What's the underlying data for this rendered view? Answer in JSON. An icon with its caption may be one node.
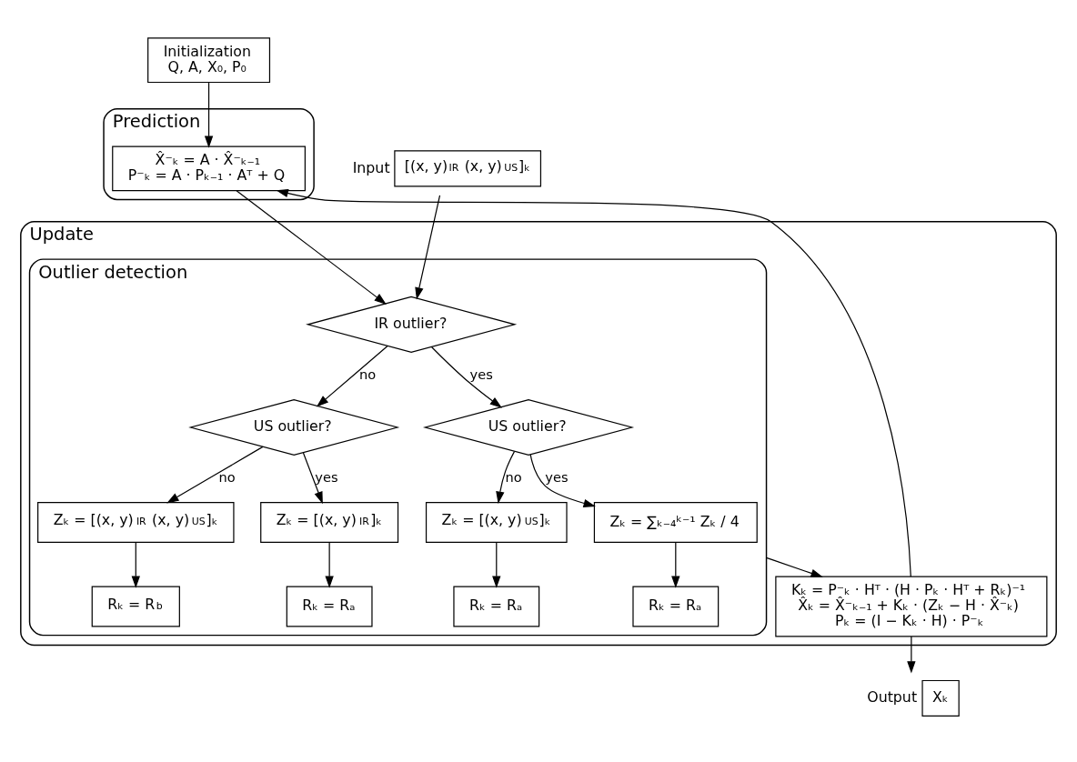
{
  "diagram": {
    "nodes": [
      {
        "text": [
          "Initialization",
          "Q, A, X₀, P₀"
        ]
      },
      {
        "text": [
          "Prediction"
        ]
      },
      {
        "text": [
          "X̂⁻ₖ = A · X̂⁻ₖ₋₁",
          "P⁻ₖ = A · Pₖ₋₁ · Aᵀ + Q"
        ],
        "in": 1
      },
      {
        "text": [
          "[(x, y)$_{IR}$ (x, y)$_{US}$]ₖ"
        ],
        "beside": [
          "Input"
        ]
      },
      {
        "text": [
          "Update"
        ]
      },
      {
        "text": [
          "Outlier detection"
        ],
        "in": 4
      },
      {
        "text": [
          "IR outlier?"
        ],
        "in": 5
      },
      {
        "text": [
          "US outlier?"
        ],
        "in": 5
      },
      {
        "text": [
          "US outlier?"
        ],
        "in": 5
      },
      {
        "text": [
          "Zₖ = [(x, y)$_{IR}$ (x, y)$_{US}$]ₖ"
        ],
        "in": 5
      },
      {
        "text": [
          "Zₖ = [(x, y)$_{IR}$]ₖ"
        ],
        "in": 5
      },
      {
        "text": [
          "Zₖ = ∑ₖ₋₄ᵏ⁻¹ Zₖ / 4"
        ],
        "in": 5
      },
      {
        "text": [
          "Zₖ = [(x, y)$_{US}$]ₖ"
        ],
        "in": 5
      },
      {
        "text": [
          "Rₖ = R$_{b}$"
        ],
        "in": 5
      },
      {
        "text": [
          "Rₖ = Rₐ"
        ],
        "in": 5
      },
      {
        "text": [
          "Rₖ = Rₐ"
        ],
        "in": 5
      },
      {
        "text": [
          "Rₖ = Rₐ"
        ],
        "in": 5
      },
      {
        "text": [
          "Kₖ = P⁻ₖ · Hᵀ · (H · Pₖ · Hᵀ + Rₖ)⁻¹",
          "X̂ₖ = X̂⁻ₖ₋₁ + Kₖ · (Zₖ − H · X̂⁻ₖ)",
          "Pₖ = (I − Kₖ · H) · P⁻ₖ"
        ],
        "in": 4
      },
      {
        "text": [
          "Xₖ"
        ],
        "beside": [
          "Output"
        ]
      }
    ],
    "edges": [
      {
        "from": 0,
        "to": 2,
        "arrow": "to"
      },
      {
        "from": 17,
        "to": 2,
        "arrow": "to"
      },
      {
        "from": 2,
        "to": 6,
        "arrow": "to"
      },
      {
        "from": 3,
        "to": 6,
        "arrow": "to"
      },
      {
        "from": 6,
        "to": 7,
        "arrow": "to",
        "label": "no"
      },
      {
        "from": 6,
        "to": 8,
        "arrow": "to",
        "label": "yes"
      },
      {
        "from": 7,
        "to": 9,
        "arrow": "to",
        "label": "no"
      },
      {
        "from": 7,
        "to": 10,
        "arrow": "to",
        "label": "yes"
      },
      {
        "from": 8,
        "to": 11,
        "arrow": "to",
        "label": "yes"
      },
      {
        "from": 8,
        "to": 12,
        "arrow": "to",
        "label": "no"
      },
      {
        "from": 9,
        "to": 13,
        "arrow": "to"
      },
      {
        "from": 10,
        "to": 14,
        "arrow": "to"
      },
      {
        "from": 11,
        "to": 15,
        "arrow": "to"
      },
      {
        "from": 12,
        "to": 16,
        "arrow": "to"
      },
      {
        "from": 5,
        "to": 17,
        "arrow": "to"
      },
      {
        "from": 17,
        "to": 18,
        "arrow": "to"
      }
    ]
  }
}
